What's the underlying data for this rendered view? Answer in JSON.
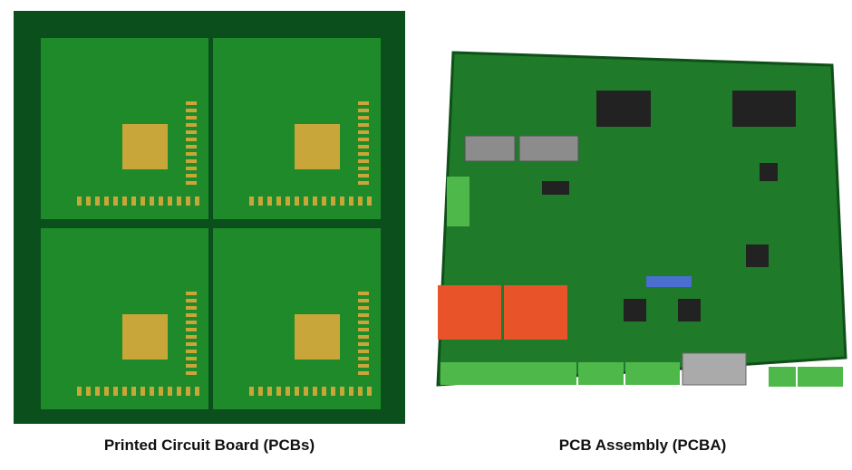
{
  "images": [
    {
      "caption": "Printed Circuit Board (PCBs)",
      "subject": "bare-pcb-panel"
    },
    {
      "caption": "PCB Assembly (PCBA)",
      "subject": "assembled-pcb"
    }
  ],
  "colors": {
    "board_dark": "#0b4f1c",
    "board_light": "#1f8a2a",
    "copper": "#c9a63a",
    "relay": "#e8532a",
    "connector": "#4fb84a"
  }
}
